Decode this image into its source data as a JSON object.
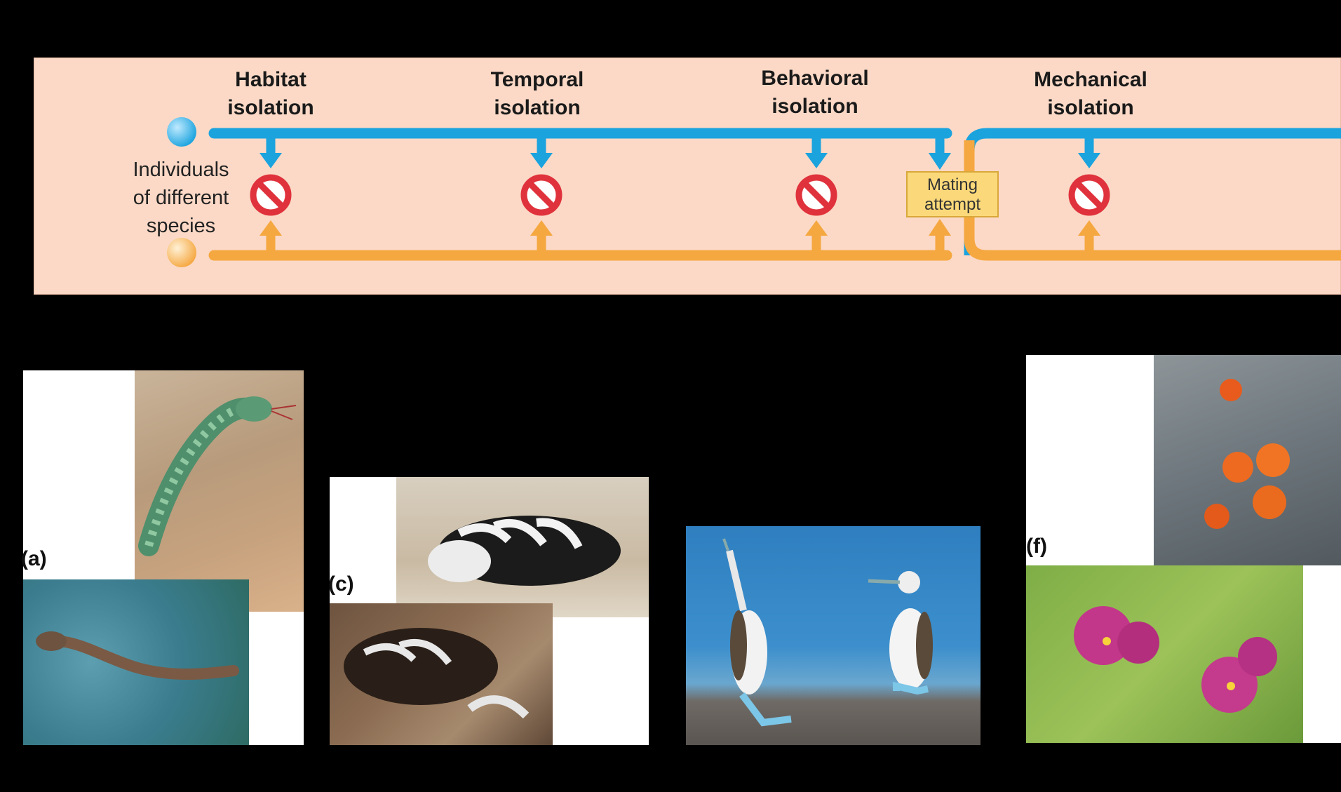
{
  "barriers": [
    {
      "line1": "Habitat",
      "line2": "isolation"
    },
    {
      "line1": "Temporal",
      "line2": "isolation"
    },
    {
      "line1": "Behavioral",
      "line2": "isolation"
    },
    {
      "line1": "Mechanical",
      "line2": "isolation"
    }
  ],
  "individuals_label": {
    "line1": "Individuals",
    "line2": "of different",
    "line3": "species"
  },
  "mating_attempt": {
    "line1": "Mating",
    "line2": "attempt"
  },
  "panel_letters": {
    "a": "(a)",
    "c": "(c)",
    "f": "(f)"
  },
  "colors": {
    "panel_bg": "#fbd9c6",
    "species_blue": "#1ba3de",
    "species_orange": "#f5a740",
    "block_red": "#e0323c",
    "mating_box": "#fbd97a"
  },
  "icons": {
    "barrier": "no-entry-icon",
    "species_1": "blue-circle-icon",
    "species_2": "orange-circle-icon"
  }
}
